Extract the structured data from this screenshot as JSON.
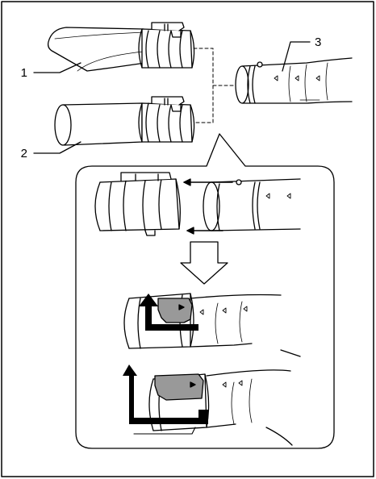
{
  "figure": {
    "callouts": [
      {
        "id": "1",
        "label": "1",
        "part": "flat-nozzle"
      },
      {
        "id": "2",
        "label": "2",
        "part": "round-nozzle"
      },
      {
        "id": "3",
        "label": "3",
        "part": "blower-pipe"
      }
    ],
    "steps": [
      "align-and-slide",
      "press-latch",
      "rotate-to-lock"
    ],
    "colors": {
      "line": "#000000",
      "latch_fill": "#999999",
      "background": "#ffffff"
    },
    "icons": [
      "down-arrow-icon",
      "lock-arrow-icon"
    ]
  }
}
